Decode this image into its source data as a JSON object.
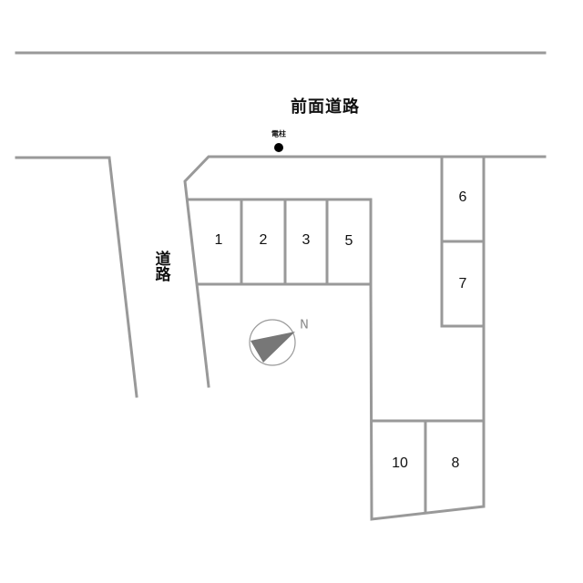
{
  "labels": {
    "front_road": "前面道路",
    "side_road": "道路",
    "utility_pole": "電柱",
    "north": "N"
  },
  "colors": {
    "line": "#999999",
    "text": "#111111",
    "compass_fill": "#777777"
  },
  "spaces": [
    {
      "id": "1",
      "label": "1"
    },
    {
      "id": "2",
      "label": "2"
    },
    {
      "id": "3",
      "label": "3"
    },
    {
      "id": "5",
      "label": "5"
    },
    {
      "id": "6",
      "label": "6"
    },
    {
      "id": "7",
      "label": "7"
    },
    {
      "id": "10",
      "label": "10"
    },
    {
      "id": "8",
      "label": "8"
    }
  ]
}
